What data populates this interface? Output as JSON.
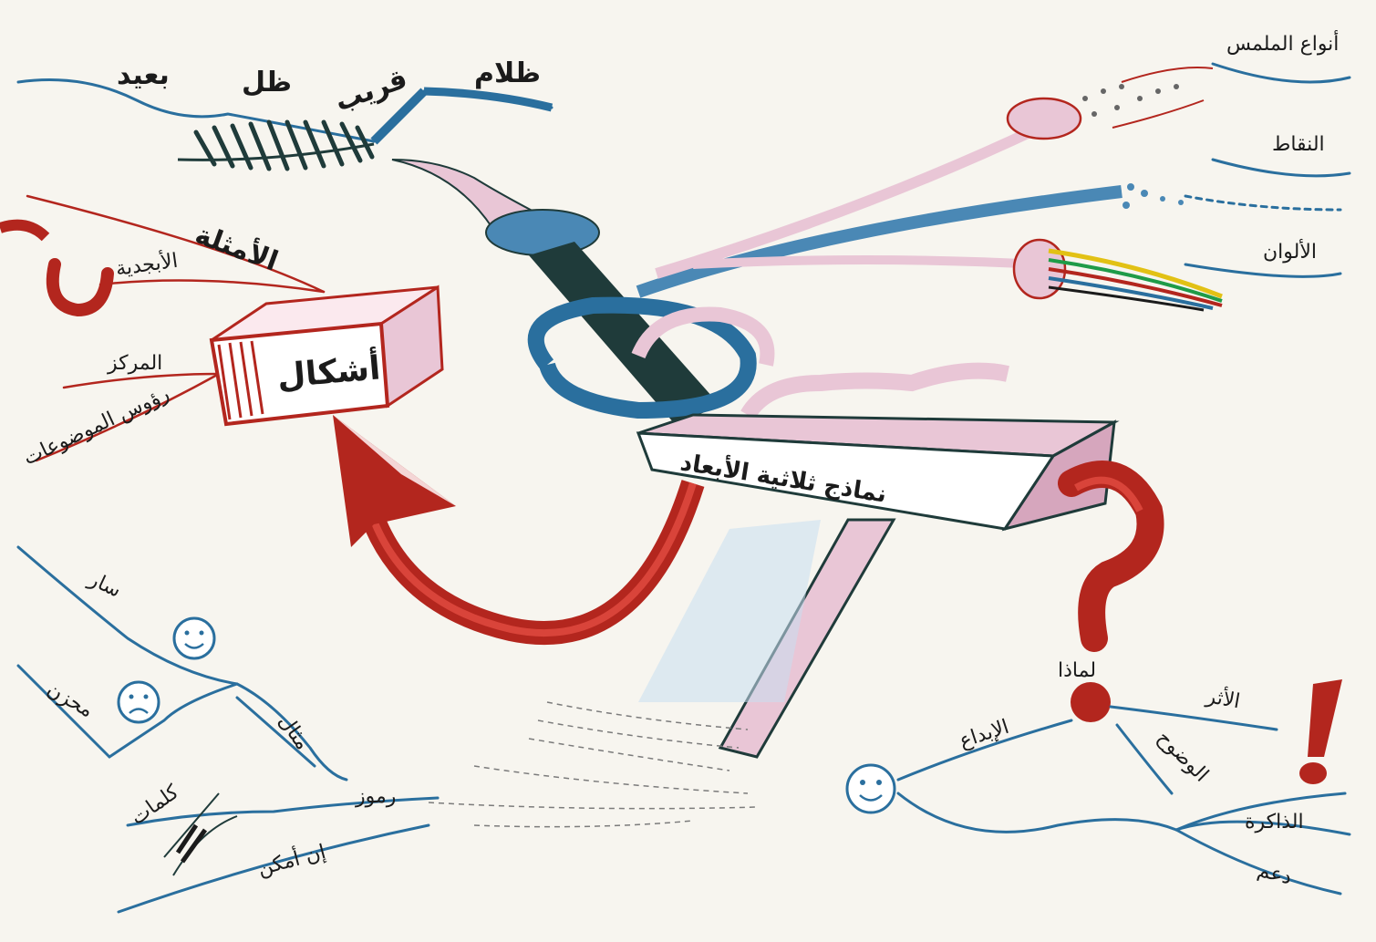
{
  "labels": {
    "darkness": "ظلام",
    "near": "قريب",
    "shadow": "ظل",
    "far": "بعيد",
    "examples": "الأمثلة",
    "alphabet": "الأبجدية",
    "shapes": "أشكال",
    "center": "المركز",
    "topic_heads": "رؤوس الموضوعات",
    "models_3d": "نماذج ثلاثية الأبعاد",
    "touch_types": "أنواع الملمس",
    "dots": "النقاط",
    "colors": "الألوان",
    "why": "لماذا",
    "effect": "الأثر",
    "creativity": "الإبداع",
    "clarity": "الوضوح",
    "memory": "الذاكرة",
    "support": "دعم",
    "happy": "سار",
    "sad": "محزن",
    "example": "مثال",
    "symbols": "رموز",
    "words": "كلمات",
    "if_possible": "إن أمكن"
  },
  "colors": {
    "paper": "#f7f5ef",
    "blue_line": "#2a6f9e",
    "red": "#b3261e",
    "dark_teal": "#1f3b3a",
    "pink": "#e9c6d6"
  },
  "icons": {
    "question": "question-mark-icon",
    "exclamation": "exclamation-mark-icon",
    "smiley": "smiley-face-icon",
    "sad_face": "sad-face-icon",
    "arrow": "curved-arrow-icon"
  }
}
